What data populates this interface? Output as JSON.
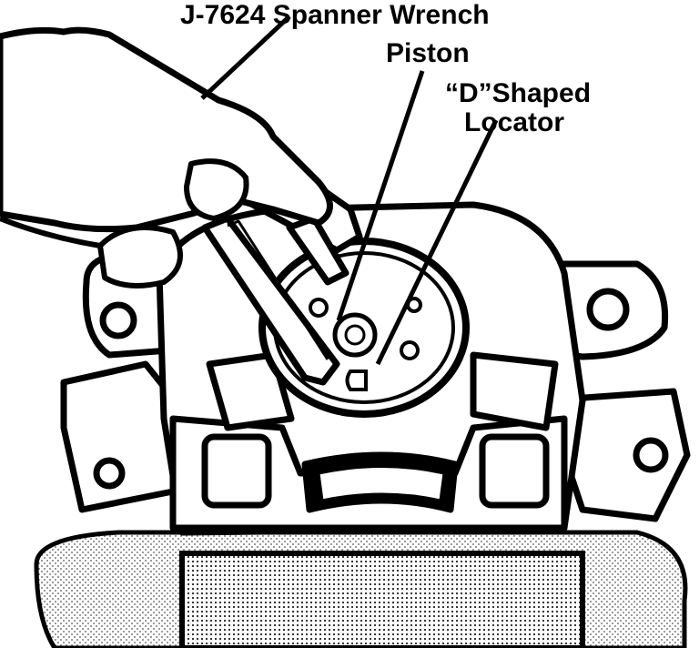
{
  "labels": {
    "wrench": "J-7624 Spanner Wrench",
    "piston": "Piston",
    "locator_line1": "“D”Shaped",
    "locator_line2": "Locator"
  },
  "colors": {
    "ink": "#000000",
    "paper": "#ffffff",
    "stipple": "#8a8a8a"
  }
}
